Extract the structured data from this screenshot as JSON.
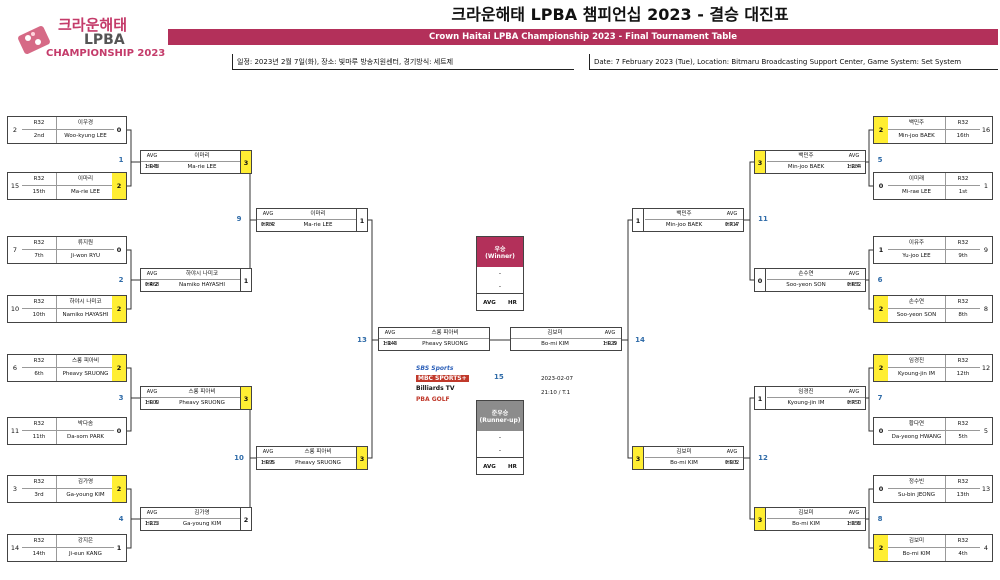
{
  "header": {
    "title": "크라운해태 LPBA 챔피언십 2023 - 결승 대진표",
    "subtitle": "Crown Haitai LPBA Championship 2023 - Final Tournament Table",
    "info_ko": "일정: 2023년 2월 7일(화), 장소: 빛마루 방송지원센터, 경기방식: 세트제",
    "info_en": "Date: 7 February 2023 (Tue), Location: Bitmaru Broadcasting Support Center, Game System: Set System"
  },
  "logo": {
    "line1": "크라운해태",
    "line2": "LPBA",
    "line3": "CHAMPIONSHIP 2023"
  },
  "r32_left": [
    {
      "seed": "2",
      "round": "R32",
      "rank": "2nd",
      "name_ko": "이우경",
      "name_en": "Woo-kyung LEE",
      "score": "0",
      "win": false
    },
    {
      "seed": "15",
      "round": "R32",
      "rank": "15th",
      "name_ko": "이마리",
      "name_en": "Ma-rie LEE",
      "score": "2",
      "win": true
    },
    {
      "seed": "7",
      "round": "R32",
      "rank": "7th",
      "name_ko": "류지원",
      "name_en": "Ji-won RYU",
      "score": "0",
      "win": false
    },
    {
      "seed": "10",
      "round": "R32",
      "rank": "10th",
      "name_ko": "하야시 나미코",
      "name_en": "Namiko HAYASHI",
      "score": "2",
      "win": true
    },
    {
      "seed": "6",
      "round": "R32",
      "rank": "6th",
      "name_ko": "스롱 피아비",
      "name_en": "Pheavy SRUONG",
      "score": "2",
      "win": true
    },
    {
      "seed": "11",
      "round": "R32",
      "rank": "11th",
      "name_ko": "박다솜",
      "name_en": "Da-som PARK",
      "score": "0",
      "win": false
    },
    {
      "seed": "3",
      "round": "R32",
      "rank": "3rd",
      "name_ko": "김가영",
      "name_en": "Ga-young KIM",
      "score": "2",
      "win": true
    },
    {
      "seed": "14",
      "round": "R32",
      "rank": "14th",
      "name_ko": "강지은",
      "name_en": "Ji-eun KANG",
      "score": "1",
      "win": false
    }
  ],
  "r32_right": [
    {
      "seed": "16",
      "round": "R32",
      "rank": "16th",
      "name_ko": "백민주",
      "name_en": "Min-joo BAEK",
      "score": "2",
      "win": true
    },
    {
      "seed": "1",
      "round": "R32",
      "rank": "1st",
      "name_ko": "이미래",
      "name_en": "Mi-rae LEE",
      "score": "0",
      "win": false
    },
    {
      "seed": "9",
      "round": "R32",
      "rank": "9th",
      "name_ko": "이유주",
      "name_en": "Yu-joo LEE",
      "score": "1",
      "win": false
    },
    {
      "seed": "8",
      "round": "R32",
      "rank": "8th",
      "name_ko": "손수연",
      "name_en": "Soo-yeon SON",
      "score": "2",
      "win": true
    },
    {
      "seed": "12",
      "round": "R32",
      "rank": "12th",
      "name_ko": "임경진",
      "name_en": "Kyoung-jin IM",
      "score": "2",
      "win": true
    },
    {
      "seed": "5",
      "round": "R32",
      "rank": "5th",
      "name_ko": "황다연",
      "name_en": "Da-yeong HWANG",
      "score": "0",
      "win": false
    },
    {
      "seed": "13",
      "round": "R32",
      "rank": "13th",
      "name_ko": "정수빈",
      "name_en": "Su-bin JEONG",
      "score": "0",
      "win": false
    },
    {
      "seed": "4",
      "round": "R32",
      "rank": "4th",
      "name_ko": "김보미",
      "name_en": "Bo-mi KIM",
      "score": "2",
      "win": true
    }
  ],
  "r16_left": [
    {
      "avg": "AVG 1.048",
      "hr": "HR 5",
      "name_ko": "이마리",
      "name_en": "Ma-rie LEE",
      "score": "3",
      "win": true
    },
    {
      "avg": "AVG 0.468",
      "hr": "HR 2",
      "name_ko": "하야시 나미코",
      "name_en": "Namiko HAYASHI",
      "score": "1",
      "win": false
    },
    {
      "avg": "AVG 1.000",
      "hr": "HR 6",
      "name_ko": "스롱 피아비",
      "name_en": "Pheavy SRUONG",
      "score": "3",
      "win": true
    },
    {
      "avg": "AVG 1.213",
      "hr": "HR 5",
      "name_ko": "김가영",
      "name_en": "Ga-young KIM",
      "score": "2",
      "win": false
    }
  ],
  "r16_right": [
    {
      "avg": "AVG 1.284",
      "hr": "HR 4",
      "name_ko": "백민주",
      "name_en": "Min-joo BAEK",
      "score": "3",
      "win": true
    },
    {
      "avg": "AVG 0.652",
      "hr": "HR 5",
      "name_ko": "손수연",
      "name_en": "Soo-yeon SON",
      "score": "0",
      "win": false
    },
    {
      "avg": "AVG 0.750",
      "hr": "HR 7",
      "name_ko": "임경진",
      "name_en": "Kyoung-jin IM",
      "score": "1",
      "win": false
    },
    {
      "avg": "AVG 1.358",
      "hr": "HR 6",
      "name_ko": "김보미",
      "name_en": "Bo-mi KIM",
      "score": "3",
      "win": true
    }
  ],
  "qf_left": [
    {
      "avg": "AVG 0.782",
      "hr": "HR 4",
      "name_ko": "이마리",
      "name_en": "Ma-rie LEE",
      "score": "1",
      "win": false
    },
    {
      "avg": "AVG 1.095",
      "hr": "HR 5",
      "name_ko": "스롱 피아비",
      "name_en": "Pheavy SRUONG",
      "score": "3",
      "win": true
    }
  ],
  "qf_right": [
    {
      "avg": "AVG 0.717",
      "hr": "HR 4",
      "name_ko": "백민주",
      "name_en": "Min-joo BAEK",
      "score": "1",
      "win": false
    },
    {
      "avg": "AVG 0.902",
      "hr": "HR 5",
      "name_ko": "김보미",
      "name_en": "Bo-mi KIM",
      "score": "3",
      "win": true
    }
  ],
  "sf_left": {
    "avg": "AVG 1.143",
    "hr": "HR 4",
    "name_ko": "스롱 피아비",
    "name_en": "Pheavy SRUONG"
  },
  "sf_right": {
    "avg": "AVG 1.029",
    "hr": "HR 8",
    "name_ko": "김보미",
    "name_en": "Bo-mi KIM"
  },
  "match_numbers": {
    "m1": "1",
    "m2": "2",
    "m3": "3",
    "m4": "4",
    "m5": "5",
    "m6": "6",
    "m7": "7",
    "m8": "8",
    "m9": "9",
    "m10": "10",
    "m11": "11",
    "m12": "12",
    "m13": "13",
    "m14": "14",
    "m15": "15"
  },
  "winner_box": {
    "label_ko": "우승",
    "label_en": "(Winner)",
    "dash1": "-",
    "dash2": "-",
    "avg": "AVG",
    "hr": "HR"
  },
  "runner_box": {
    "label_ko": "준우승",
    "label_en": "(Runner-up)",
    "dash1": "-",
    "dash2": "-",
    "avg": "AVG",
    "hr": "HR"
  },
  "final": {
    "date": "2023-02-07",
    "time": "21:10 / T.1"
  },
  "sponsors": {
    "s1": "SBS Sports",
    "s2": "MBC SPORTS+",
    "s3": "Billiards TV",
    "s4": "PBA GOLF"
  },
  "colors": {
    "accent": "#b3305a",
    "winner_highlight": "#ffee33",
    "match_number": "#2f6ba8",
    "runner_up_box": "#8c8c8c"
  }
}
